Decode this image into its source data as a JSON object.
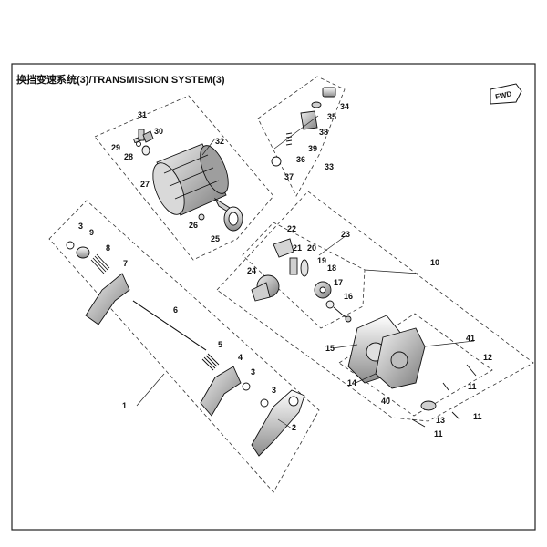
{
  "title": "换挡变速系统(3)/TRANSMISSION SYSTEM(3)",
  "direction_label": "FWD",
  "colors": {
    "line": "#222222",
    "fill_light": "#e6e6e6",
    "fill_mid": "#bdbdbd",
    "fill_dark": "#6b6b6b"
  },
  "callouts": {
    "n1": "1",
    "n2": "2",
    "n3a": "3",
    "n3b": "3",
    "n3c": "3",
    "n4": "4",
    "n5": "5",
    "n6": "6",
    "n7": "7",
    "n8": "8",
    "n9": "9",
    "n10": "10",
    "n11a": "11",
    "n11b": "11",
    "n11c": "11",
    "n12": "12",
    "n13": "13",
    "n14": "14",
    "n15": "15",
    "n16": "16",
    "n17": "17",
    "n18": "18",
    "n19": "19",
    "n20": "20",
    "n21": "21",
    "n22": "22",
    "n23": "23",
    "n24": "24",
    "n25": "25",
    "n26": "26",
    "n27": "27",
    "n28": "28",
    "n29": "29",
    "n30": "30",
    "n31": "31",
    "n32": "32",
    "n33": "33",
    "n34": "34",
    "n35": "35",
    "n36": "36",
    "n37": "37",
    "n38": "38",
    "n39": "39",
    "n40": "40",
    "n41": "41"
  }
}
